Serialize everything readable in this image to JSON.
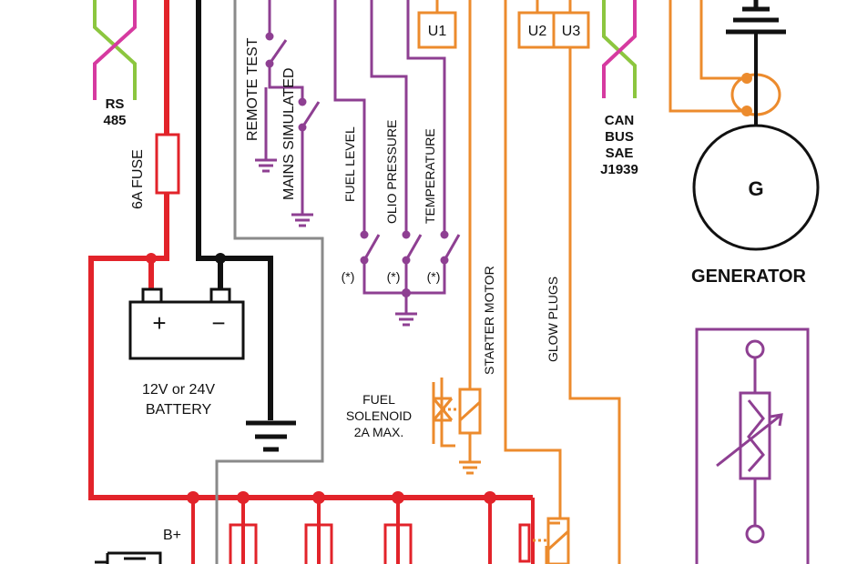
{
  "labels": {
    "rs485_line1": "RS",
    "rs485_line2": "485",
    "fuse": "6A FUSE",
    "battery_line1": "12V or 24V",
    "battery_line2": "BATTERY",
    "battery_plus": "+",
    "battery_minus": "−",
    "remote_test": "REMOTE TEST",
    "mains_simulated": "MAINS SIMULATED",
    "fuel_level": "FUEL LEVEL",
    "olio_pressure": "OLIO PRESSURE",
    "temperature": "TEMPERATURE",
    "note_1": "(*)",
    "note_2": "(*)",
    "note_3": "(*)",
    "u1": "U1",
    "u2": "U2",
    "u3": "U3",
    "can_line1": "CAN",
    "can_line2": "BUS",
    "can_line3": "SAE",
    "can_line4": "J1939",
    "generator_symbol": "G",
    "generator": "GENERATOR",
    "fuel_solenoid_line1": "FUEL",
    "fuel_solenoid_line2": "SOLENOID",
    "fuel_solenoid_line3": "2A MAX.",
    "starter_motor": "STARTER MOTOR",
    "glow_plugs": "GLOW PLUGS",
    "b_plus": "B+"
  },
  "colors": {
    "red_wire": "#e2232a",
    "black_wire": "#111111",
    "gray_wire": "#8a8a8a",
    "purple_wire": "#8e3f92",
    "orange_wire": "#ec8b2d",
    "green_wire": "#8cc63f",
    "magenta_wire": "#d63aa0"
  }
}
